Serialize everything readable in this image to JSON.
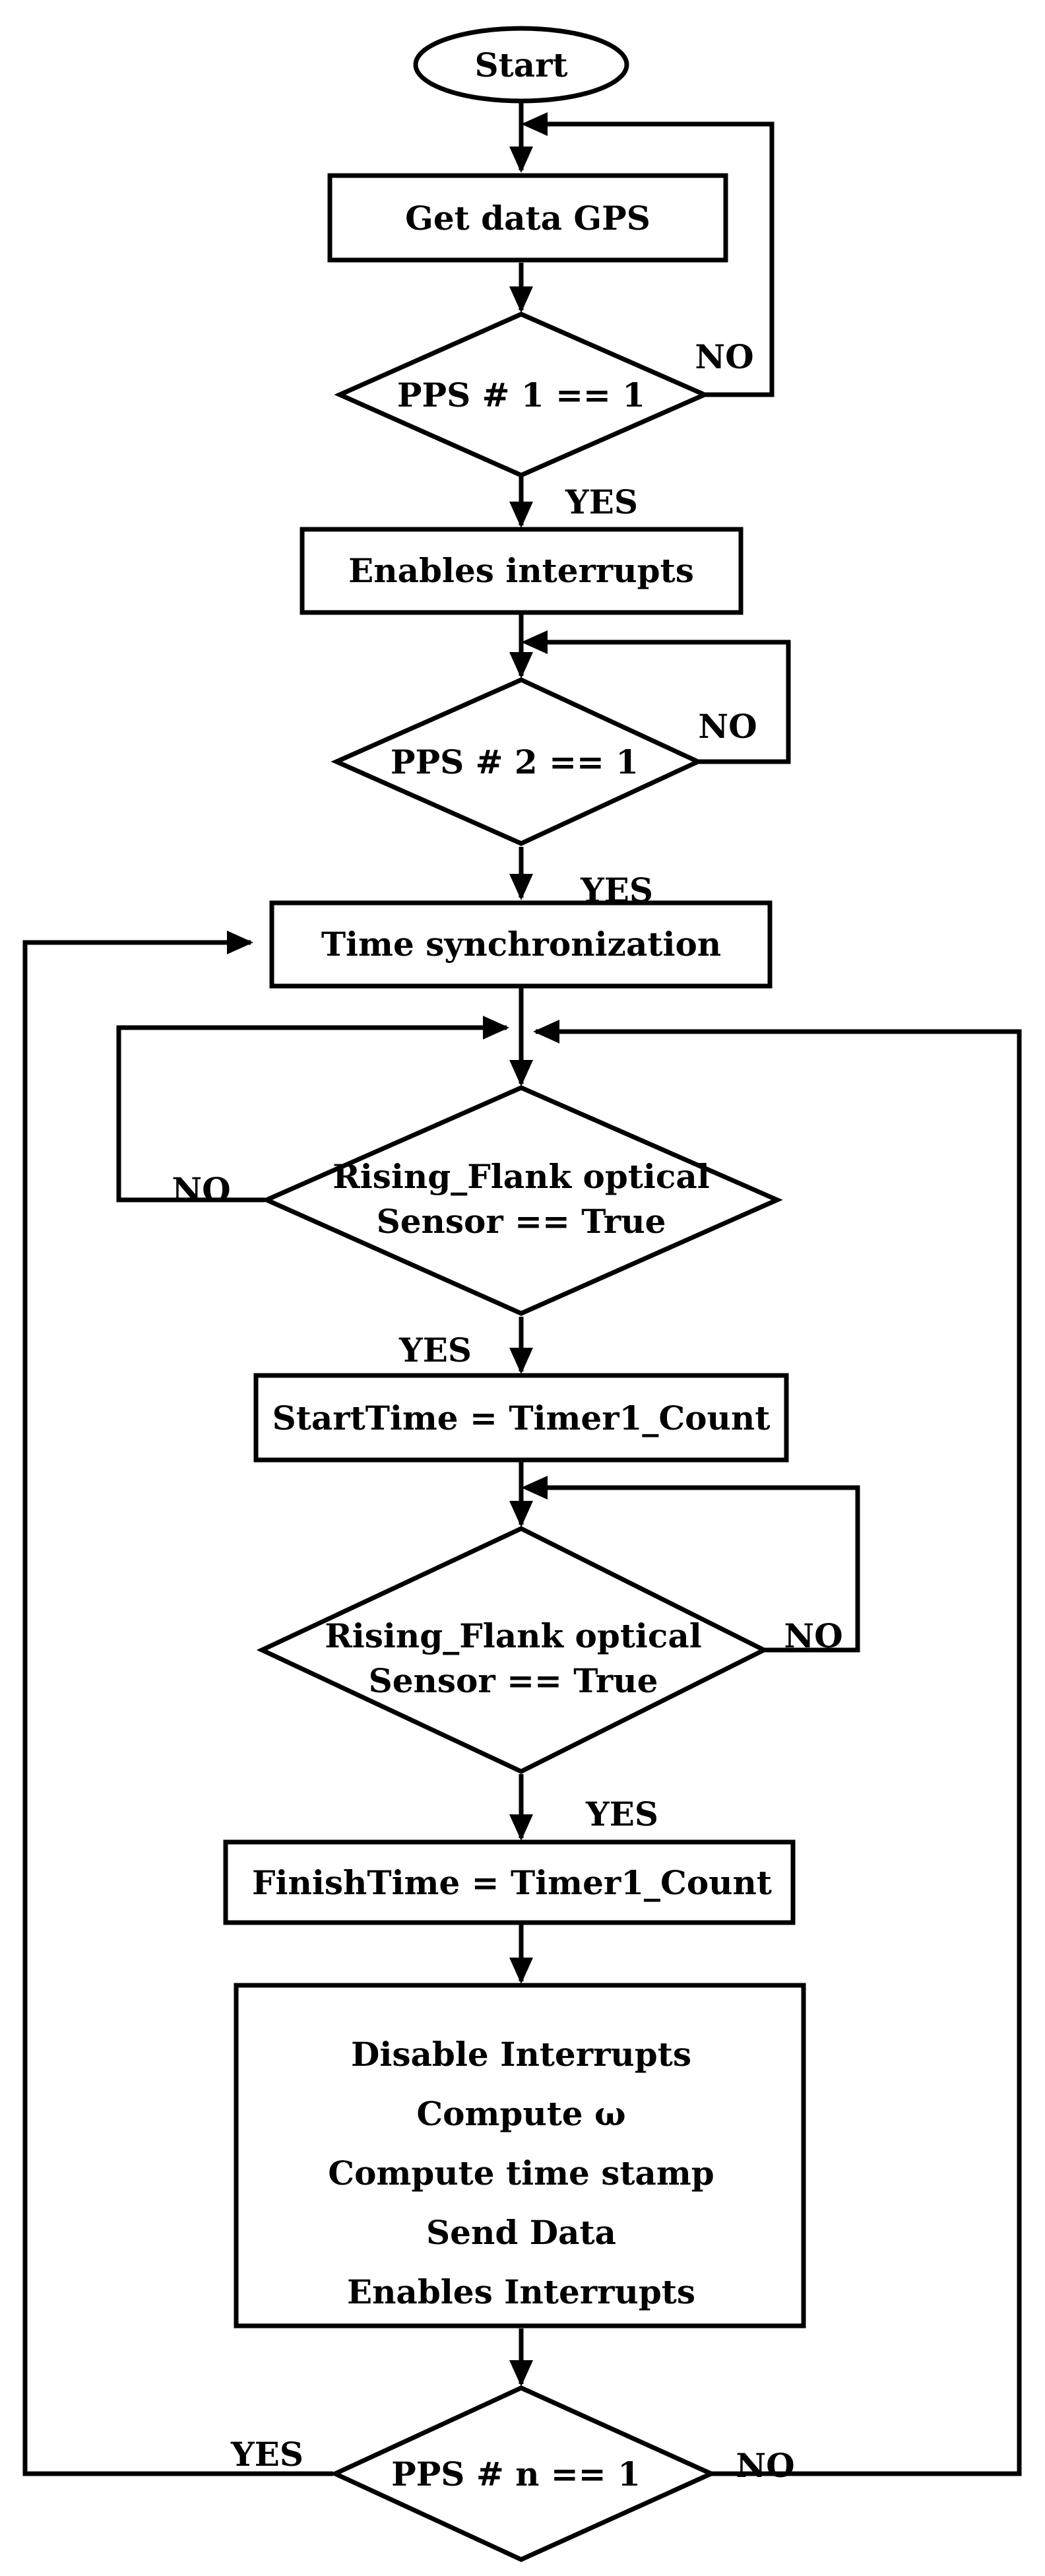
{
  "nodes": {
    "start": "Start",
    "get_data_gps": "Get data GPS",
    "pps1_check": "PPS # 1 == 1",
    "enables_interrupts": "Enables interrupts",
    "pps2_check": "PPS # 2 == 1",
    "time_sync": "Time synchronization",
    "rising_flank_1_line1": "Rising_Flank optical",
    "rising_flank_1_line2": "Sensor == True",
    "start_time": "StartTime = Timer1_Count",
    "rising_flank_2_line1": "Rising_Flank optical",
    "rising_flank_2_line2": "Sensor == True",
    "finish_time": "FinishTime = Timer1_Count",
    "process_block": [
      "Disable Interrupts",
      "Compute ω",
      "Compute time stamp",
      "Send Data",
      "Enables Interrupts"
    ],
    "ppsn_check": "PPS # n == 1"
  },
  "branches": {
    "pps1_no": "NO",
    "pps1_yes": "YES",
    "pps2_no": "NO",
    "pps2_yes": "YES",
    "rising1_no": "NO",
    "rising1_yes": "YES",
    "rising2_no": "NO",
    "rising2_yes": "YES",
    "ppsn_yes": "YES",
    "ppsn_no": "NO"
  }
}
